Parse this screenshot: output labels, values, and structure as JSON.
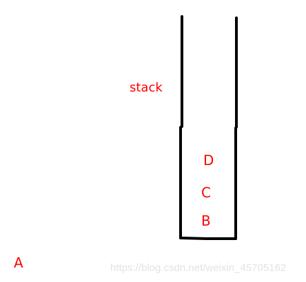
{
  "diagram": {
    "stack_label": "stack",
    "stack_items": [
      "D",
      "C",
      "B"
    ],
    "outside_item": "A",
    "text_color": "#ff0000",
    "line_color": "#000000"
  },
  "watermark": "https://blog.csdn.net/weixin_45705162"
}
